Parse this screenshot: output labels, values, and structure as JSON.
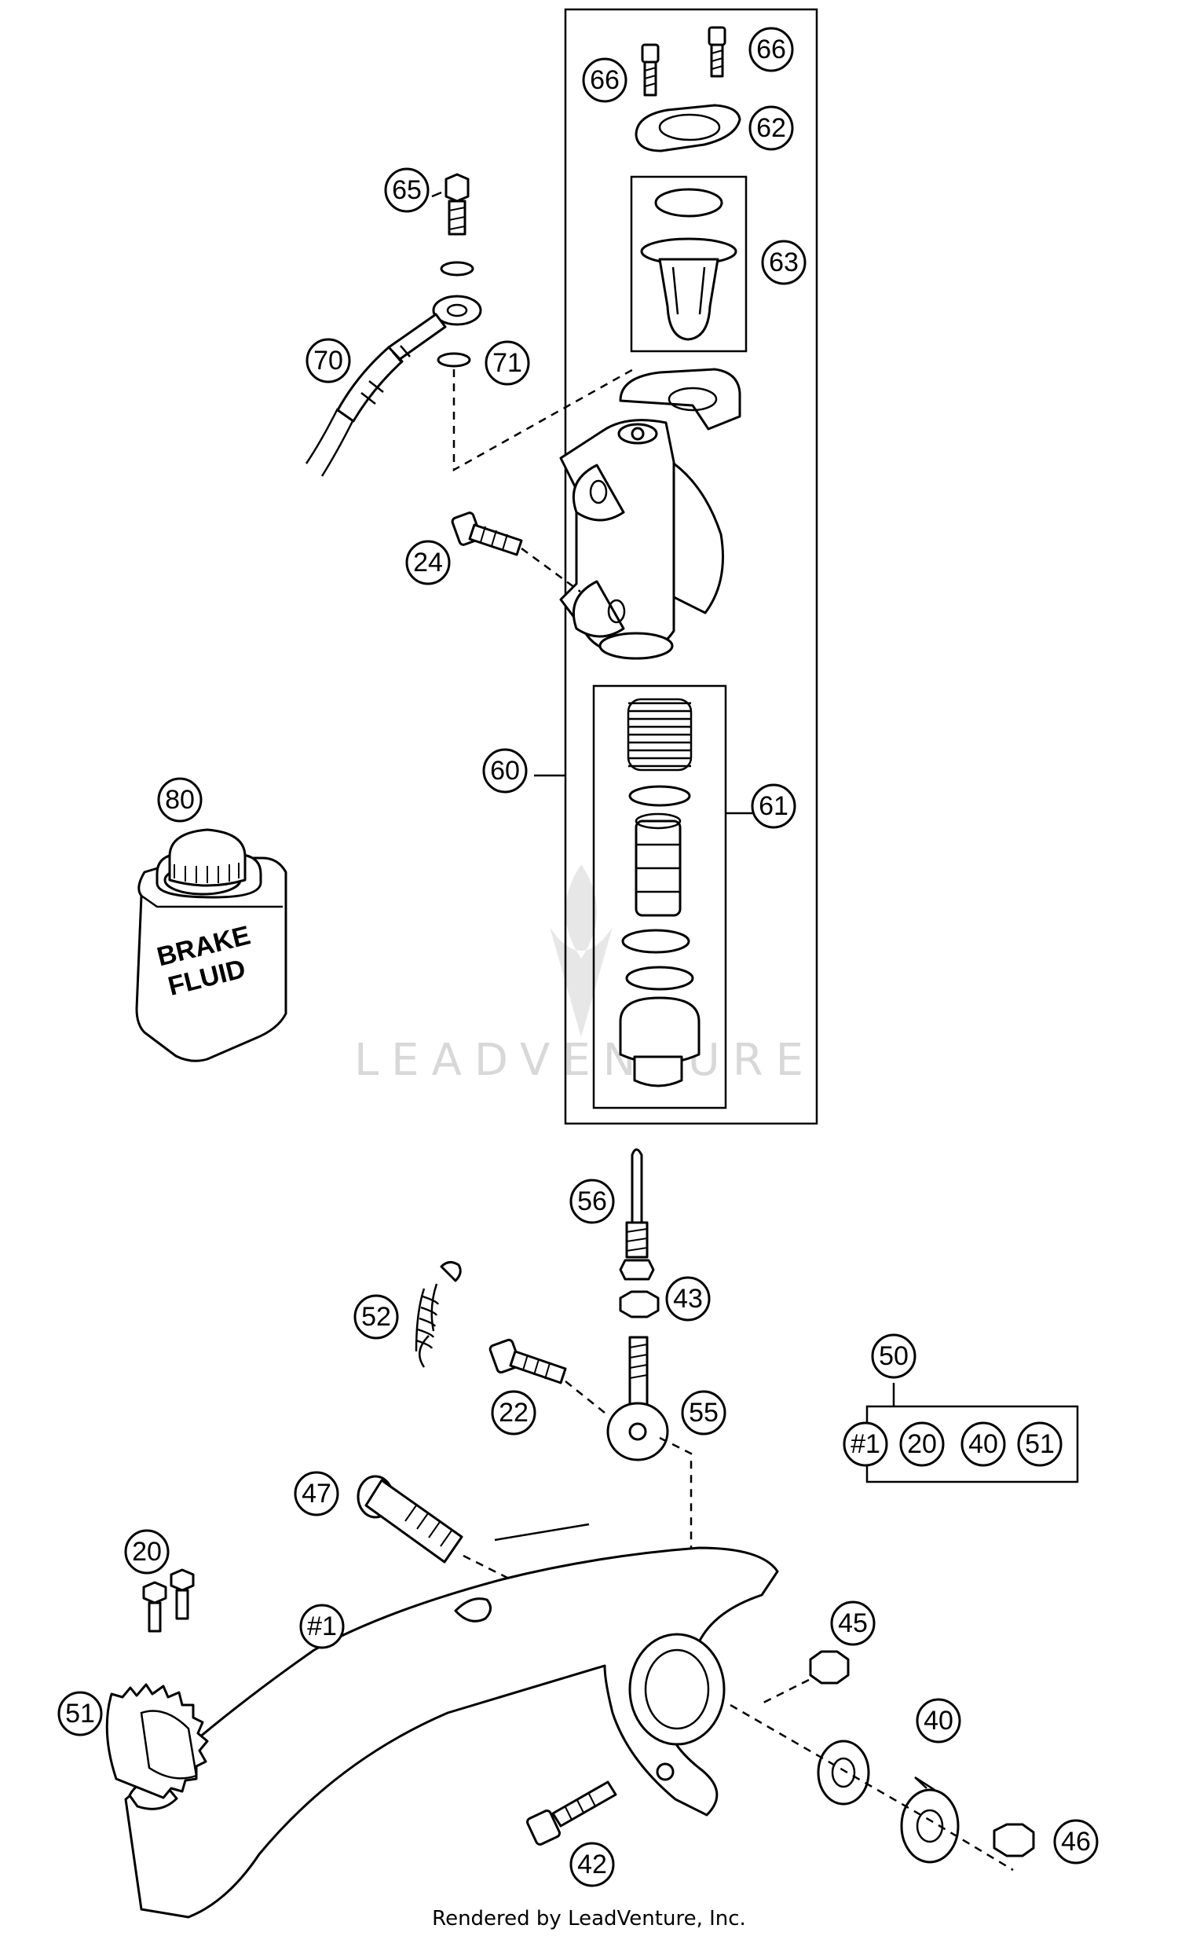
{
  "watermark": "LEADVENTURE",
  "footer": "Rendered by LeadVenture, Inc.",
  "bottle": {
    "line1": "BRAKE",
    "line2": "FLUID"
  },
  "callouts": {
    "c66a": "66",
    "c66b": "66",
    "c62": "62",
    "c65": "65",
    "c63": "63",
    "c70": "70",
    "c71": "71",
    "c24": "24",
    "c80": "80",
    "c60": "60",
    "c61": "61",
    "c56": "56",
    "c43": "43",
    "c52": "52",
    "c22": "22",
    "c55": "55",
    "c50": "50",
    "c47": "47",
    "c20": "20",
    "c1": "#1",
    "c45": "45",
    "c51": "51",
    "c40": "40",
    "c46": "46",
    "c42": "42"
  },
  "kit": {
    "items": [
      "#1",
      "20",
      "40",
      "51"
    ]
  }
}
